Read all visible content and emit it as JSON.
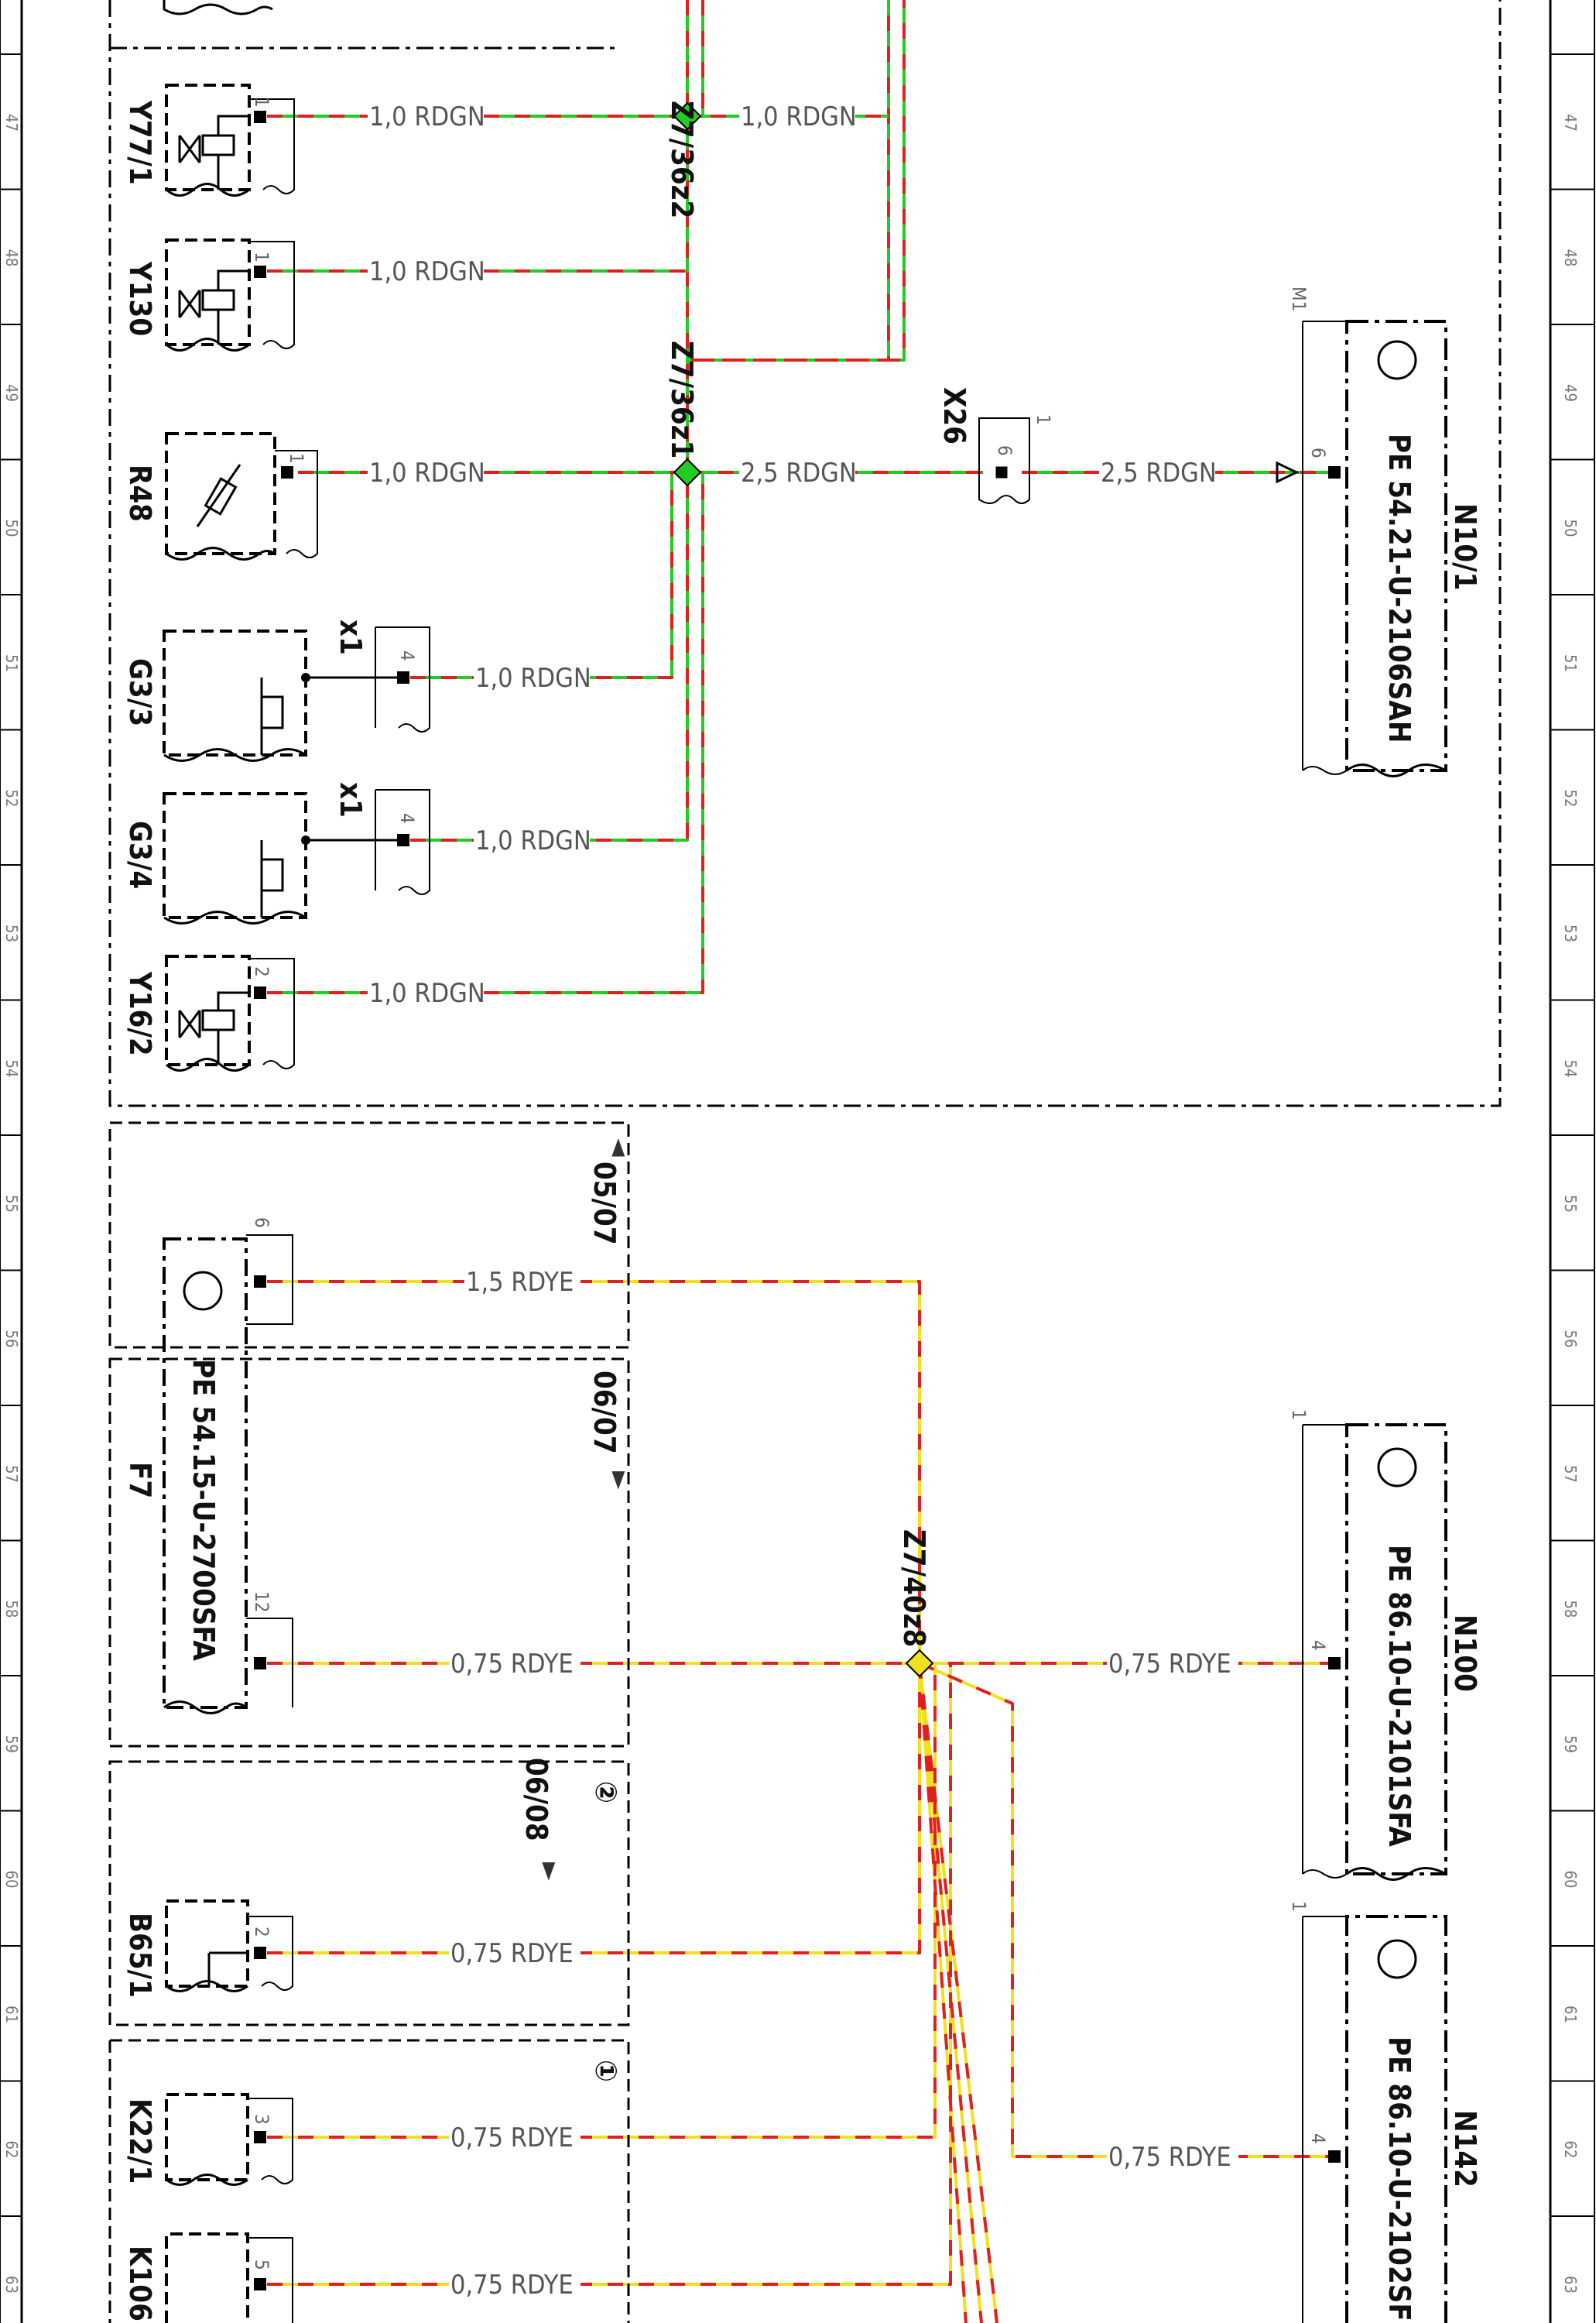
{
  "ruler": {
    "rows": [
      "47",
      "48",
      "49",
      "50",
      "51",
      "52",
      "53",
      "54",
      "55",
      "56",
      "57",
      "58",
      "59",
      "60",
      "61",
      "62",
      "63"
    ]
  },
  "splices": {
    "z7_36z2": "Z7/36z2",
    "z7_36z1": "Z7/36z1",
    "z7_40z8": "Z7/40z8"
  },
  "wires": {
    "rdgn_1_0": "1,0 RDGN",
    "rdgn_2_5": "2,5 RDGN",
    "rdye_1_5": "1,5 RDYE",
    "rdye_0_75": "0,75 RDYE"
  },
  "components": {
    "y77_1": {
      "label": "Y77/1",
      "pin": "1"
    },
    "y130": {
      "label": "Y130",
      "pin": "1"
    },
    "r48": {
      "label": "R48",
      "pin": "1"
    },
    "g3_3": {
      "label": "G3/3",
      "connector": "x1",
      "pin": "4"
    },
    "g3_4": {
      "label": "G3/4",
      "connector": "x1",
      "pin": "4"
    },
    "y16_2": {
      "label": "Y16/2",
      "pin": "2"
    },
    "x26": {
      "label": "X26",
      "pin_top": "1",
      "pin": "6"
    },
    "n10_1": {
      "label": "N10/1",
      "ref": "PE 54.21-U-2106SAH",
      "tag": "M1",
      "pin": "6"
    },
    "f7": {
      "label": "F7",
      "ref": "PE 54.15-U-2700SFA",
      "pin_a": "6",
      "pin_b": "12"
    },
    "b65_1": {
      "label": "B65/1",
      "pin": "2"
    },
    "k22_1": {
      "label": "K22/1",
      "pin": "3"
    },
    "k106": {
      "label": "K106",
      "pin": "5"
    },
    "n100": {
      "label": "N100",
      "ref": "PE 86.10-U-2101SFA",
      "pin_top": "1",
      "pin": "4"
    },
    "n142": {
      "label": "N142",
      "ref": "PE 86.10-U-2102SF",
      "pin_top": "1",
      "pin": "4"
    }
  },
  "notes": {
    "n05_07": "05/07",
    "n06_07": "06/07",
    "n06_08": "06/08",
    "circle1": "①",
    "circle2": "②"
  },
  "colors": {
    "rdgn_red": "#e02020",
    "rdgn_green": "#22cc22",
    "rdye_red": "#e02020",
    "rdye_yellow": "#f0e020",
    "line": "#000000"
  }
}
